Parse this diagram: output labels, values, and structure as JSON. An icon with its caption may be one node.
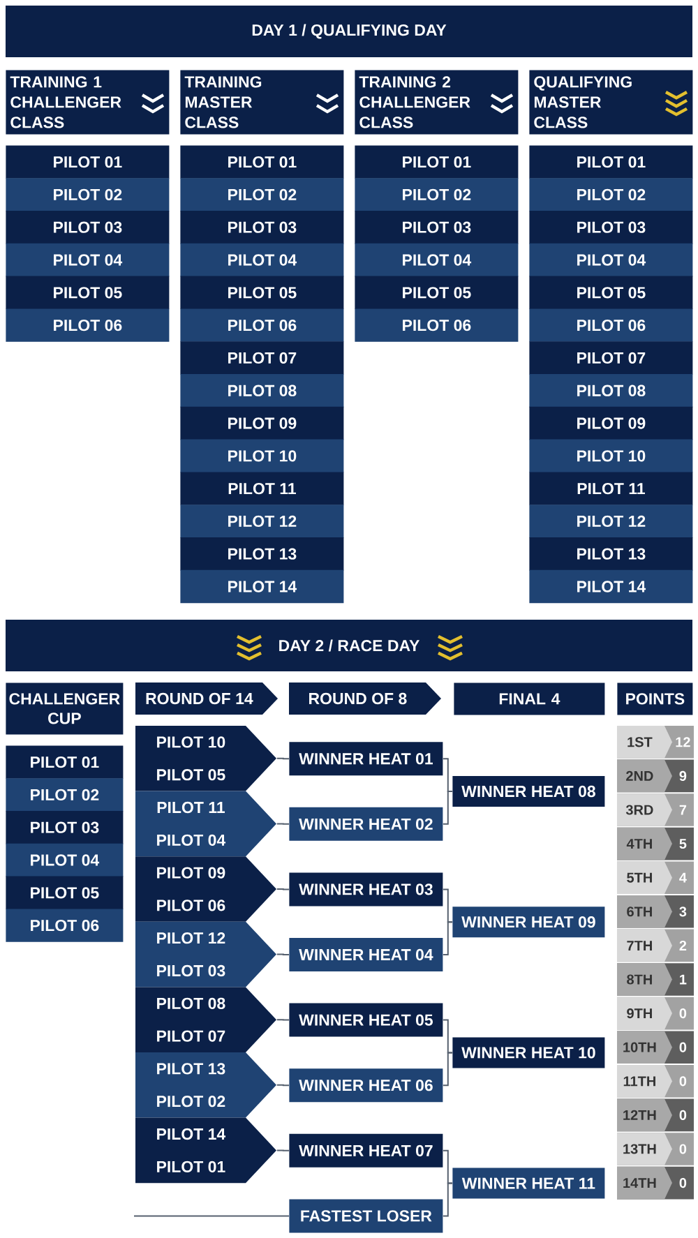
{
  "diagram": {
    "nodes": [
      {
        "text": [
          "DAY 1 / QUALIFYING DAY"
        ]
      },
      {
        "text": [
          "TRAINING 1 CHALLENGER CLASS"
        ]
      },
      {
        "text": [
          "PILOT 01"
        ]
      },
      {
        "text": [
          "PILOT 02"
        ]
      },
      {
        "text": [
          "PILOT 03"
        ]
      },
      {
        "text": [
          "PILOT 04"
        ]
      },
      {
        "text": [
          "PILOT 05"
        ]
      },
      {
        "text": [
          "PILOT 06"
        ]
      },
      {
        "text": [
          "TRAINING MASTER CLASS"
        ]
      },
      {
        "text": [
          "PILOT 01"
        ]
      },
      {
        "text": [
          "PILOT 02"
        ]
      },
      {
        "text": [
          "PILOT 03"
        ]
      },
      {
        "text": [
          "PILOT 04"
        ]
      },
      {
        "text": [
          "PILOT 05"
        ]
      },
      {
        "text": [
          "PILOT 06"
        ]
      },
      {
        "text": [
          "PILOT 07"
        ]
      },
      {
        "text": [
          "PILOT 08"
        ]
      },
      {
        "text": [
          "PILOT 09"
        ]
      },
      {
        "text": [
          "PILOT 10"
        ]
      },
      {
        "text": [
          "PILOT 11"
        ]
      },
      {
        "text": [
          "PILOT 12"
        ]
      },
      {
        "text": [
          "PILOT 13"
        ]
      },
      {
        "text": [
          "PILOT 14"
        ]
      },
      {
        "text": [
          "TRAINING 2 CHALLENGER CLASS"
        ]
      },
      {
        "text": [
          "PILOT 01"
        ]
      },
      {
        "text": [
          "PILOT 02"
        ]
      },
      {
        "text": [
          "PILOT 03"
        ]
      },
      {
        "text": [
          "PILOT 04"
        ]
      },
      {
        "text": [
          "PILOT 05"
        ]
      },
      {
        "text": [
          "PILOT 06"
        ]
      },
      {
        "text": [
          "QUALIFYING MASTER CLASS"
        ]
      },
      {
        "text": [
          "PILOT 01"
        ]
      },
      {
        "text": [
          "PILOT 02"
        ]
      },
      {
        "text": [
          "PILOT 03"
        ]
      },
      {
        "text": [
          "PILOT 04"
        ]
      },
      {
        "text": [
          "PILOT 05"
        ]
      },
      {
        "text": [
          "PILOT 06"
        ]
      },
      {
        "text": [
          "PILOT 07"
        ]
      },
      {
        "text": [
          "PILOT 08"
        ]
      },
      {
        "text": [
          "PILOT 09"
        ]
      },
      {
        "text": [
          "PILOT 10"
        ]
      },
      {
        "text": [
          "PILOT 11"
        ]
      },
      {
        "text": [
          "PILOT 12"
        ]
      },
      {
        "text": [
          "PILOT 13"
        ]
      },
      {
        "text": [
          "PILOT 14"
        ]
      },
      {
        "text": [
          "DAY 2 / RACE DAY"
        ]
      },
      {
        "text": [
          "CHALLENGER CUP"
        ]
      },
      {
        "text": [
          "ROUND OF 14"
        ]
      },
      {
        "text": [
          "ROUND OF 8"
        ]
      },
      {
        "text": [
          "FINAL 4"
        ]
      },
      {
        "text": [
          "POINTS"
        ]
      },
      {
        "text": [
          "PILOT 01"
        ]
      },
      {
        "text": [
          "PILOT 02"
        ]
      },
      {
        "text": [
          "PILOT 03"
        ]
      },
      {
        "text": [
          "PILOT 04"
        ]
      },
      {
        "text": [
          "PILOT 05"
        ]
      },
      {
        "text": [
          "PILOT 06"
        ]
      },
      {
        "text": [
          "PILOT 10",
          "PILOT 05"
        ]
      },
      {
        "text": [
          "PILOT 11",
          "PILOT 04"
        ]
      },
      {
        "text": [
          "PILOT 09",
          "PILOT 06"
        ]
      },
      {
        "text": [
          "PILOT 12",
          "PILOT 03"
        ]
      },
      {
        "text": [
          "PILOT 08",
          "PILOT 07"
        ]
      },
      {
        "text": [
          "PILOT 13",
          "PILOT 02"
        ]
      },
      {
        "text": [
          "PILOT 14",
          "PILOT 01"
        ]
      },
      {
        "text": [
          "WINNER HEAT 01"
        ]
      },
      {
        "text": [
          "WINNER HEAT 02"
        ]
      },
      {
        "text": [
          "WINNER HEAT 03"
        ]
      },
      {
        "text": [
          "WINNER HEAT 04"
        ]
      },
      {
        "text": [
          "WINNER HEAT 05"
        ]
      },
      {
        "text": [
          "WINNER HEAT 06"
        ]
      },
      {
        "text": [
          "WINNER HEAT 07"
        ]
      },
      {
        "text": [
          "FASTEST LOSER"
        ]
      },
      {
        "text": [
          "WINNER HEAT 08"
        ]
      },
      {
        "text": [
          "WINNER HEAT 09"
        ]
      },
      {
        "text": [
          "WINNER HEAT 10"
        ]
      },
      {
        "text": [
          "WINNER HEAT 11"
        ]
      },
      {
        "text": [
          "1ST",
          "12"
        ]
      },
      {
        "text": [
          "2ND",
          "9"
        ]
      },
      {
        "text": [
          "3RD",
          "7"
        ]
      },
      {
        "text": [
          "4TH",
          "5"
        ]
      },
      {
        "text": [
          "5TH",
          "4"
        ]
      },
      {
        "text": [
          "6TH",
          "3"
        ]
      },
      {
        "text": [
          "7TH",
          "2"
        ]
      },
      {
        "text": [
          "8TH",
          "1"
        ]
      },
      {
        "text": [
          "9TH",
          "0"
        ]
      },
      {
        "text": [
          "10TH",
          "0"
        ]
      },
      {
        "text": [
          "11TH",
          "0"
        ]
      },
      {
        "text": [
          "12TH",
          "0"
        ]
      },
      {
        "text": [
          "13TH",
          "0"
        ]
      },
      {
        "text": [
          "14TH",
          "0"
        ]
      }
    ],
    "edges": [
      {
        "from": 57,
        "to": 64,
        "arrow": "none"
      },
      {
        "from": 58,
        "to": 65,
        "arrow": "none"
      },
      {
        "from": 59,
        "to": 66,
        "arrow": "none"
      },
      {
        "from": 60,
        "to": 67,
        "arrow": "none"
      },
      {
        "from": 61,
        "to": 68,
        "arrow": "none"
      },
      {
        "from": 62,
        "to": 69,
        "arrow": "none"
      },
      {
        "from": 63,
        "to": 70,
        "arrow": "none"
      },
      {
        "from": 64,
        "to": 72,
        "arrow": "none"
      },
      {
        "from": 65,
        "to": 72,
        "arrow": "none"
      },
      {
        "from": 66,
        "to": 73,
        "arrow": "none"
      },
      {
        "from": 67,
        "to": 73,
        "arrow": "none"
      },
      {
        "from": 68,
        "to": 74,
        "arrow": "none"
      },
      {
        "from": 69,
        "to": 74,
        "arrow": "none"
      },
      {
        "from": 70,
        "to": 75,
        "arrow": "none"
      },
      {
        "from": 71,
        "to": 75,
        "arrow": "none"
      },
      {
        "from": null,
        "to": 71,
        "arrow": "none"
      }
    ]
  }
}
